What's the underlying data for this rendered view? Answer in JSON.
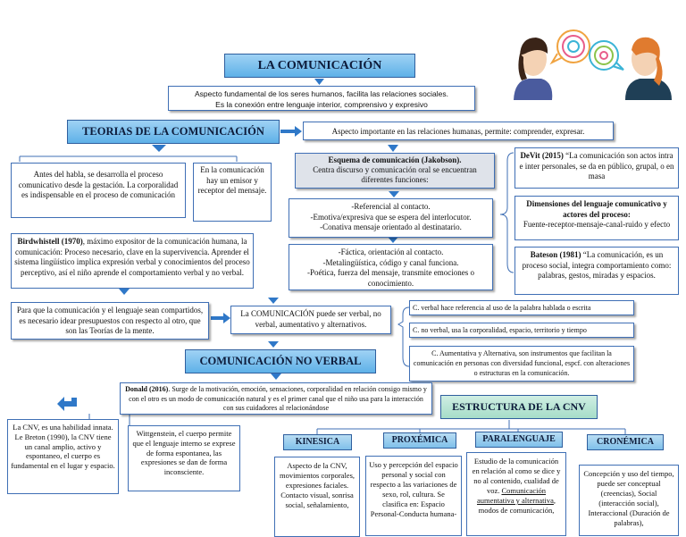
{
  "main_title": "LA COMUNICACIÓN",
  "intro": {
    "line1": "Aspecto fundamental de los seres humanos, facilita las relaciones sociales.",
    "line2": "Es la conexión entre lenguaje interior, comprensivo y expresivo"
  },
  "theories_title": "TEORIAS DE LA COMUNICACIÓN",
  "theories_note": "Aspecto importante en las relaciones humanas, permite: comprender, expresar.",
  "before_speech": "Antes del habla, se desarrolla el proceso comunicativo desde la gestación. La corporalidad es indispensable en el proceso de comunicación",
  "sender_box": "En la comunicación hay un emisor y receptor del mensaje.",
  "jakobson": {
    "title": "Esquema de comunicación (Jakobson).",
    "text": "Centra discurso y comunicación oral se encuentran diferentes funciones:",
    "functions1": [
      "-Referencial al contacto.",
      "-Emotiva/expresiva que se espera del interlocutor.",
      "-Conativa mensaje orientado al destinatario."
    ],
    "functions2": [
      "-Fáctica, orientación al contacto.",
      "-Metalingüística, código y canal funciona.",
      "-Poética, fuerza del mensaje, transmite emociones o conocimiento."
    ]
  },
  "devit": {
    "author": "DeVit (2015)",
    "text": " “La comunicación son actos intra e inter personales, se da en público, grupal, o en masa"
  },
  "dimensions": {
    "title": "Dimensiones del lenguaje comunicativo y actores del proceso:",
    "text": "Fuente-receptor-mensaje-canal-ruido y efecto"
  },
  "bateson": {
    "author": "Bateson (1981)",
    "text": " “La comunicación, es un proceso social, integra comportamiento como: palabras, gestos, miradas y espacios."
  },
  "birdwhistell": {
    "author": "Birdwhistell (1970)",
    "text": ", máximo expositor de la comunicación humana, la comunicación: Proceso necesario, clave en la supervivencia. Aprender el sistema lingüístico implica expresión verbal y conocimientos del proceso perceptivo, así el niño aprende el comportamiento verbal y no verbal."
  },
  "mind_theory": "Para que la comunicación y el lenguaje sean compartidos, es necesario idear presupuestos con respecto al otro, que son las Teorías de la mente.",
  "comm_types": "La COMUNICACIÓN puede ser verbal, no verbal, aumentativo y alternativos.",
  "verbal": "C. verbal hace referencia al uso de la palabra hablada o escrita",
  "nonverbal": "C. no verbal, usa la corporalidad, espacio, territorio y tiempo",
  "augmentative": "C. Aumentativa y Alternativa, son instrumentos que facilitan la comunicación en personas con diversidad funcional, espcf. con alteraciones o estructuras en la comunicación.",
  "cnv_title": "COMUNICACIÓN NO VERBAL",
  "donald": {
    "author": "Donald (2016)",
    "text": ". Surge de la motivación, emoción, sensaciones, corporalidad en relación consigo mismo y con el otro es un modo de comunicación natural y es el primer canal que el niño usa para la interacción con sus cuidadores al relacionándose"
  },
  "cnv_skill": "La CNV, es una habilidad innata. Le Breton (1990), la CNV tiene un canal amplio, activo y espontaneo, el cuerpo es fundamental en el lugar y espacio.",
  "wittgenstein": "Wittgenstein, el cuerpo permite que el lenguaje interno se exprese de forma espontanea, las expresiones se dan de forma inconsciente.",
  "structure_title": "ESTRUCTURA DE LA CNV",
  "kinesics": {
    "label": "KINESICA",
    "text": "Aspecto de la CNV, movimientos corporales, expresiones faciales. Contacto visual, sonrisa social, señalamiento,"
  },
  "proxemics": {
    "label": "PROXÉMICA",
    "text": "Uso y percepción del espacio personal y social con respecto a las variaciones de sexo, rol, cultura. Se clasifica en: Espacio Personal-Conducta humana-"
  },
  "paralanguage": {
    "label": "PARALENGUAJE",
    "text_a": "Estudio de la comunicación en relación al como se dice y no al contenido, cualidad de voz. ",
    "text_u": "Comunicación aumentativa y alternativa",
    "text_b": ", modos de comunicación,"
  },
  "chronemics": {
    "label": "CRONÉMICA",
    "text": "Concepción y uso del tiempo, puede ser conceptual (creencias), Social (interacción social), Interaccional (Duración de palabras),"
  },
  "colors": {
    "title_blue": "#7fc0ea",
    "title_green": "#b4e3d1",
    "border": "#3f6fb5",
    "arrow": "#2f78c8"
  }
}
